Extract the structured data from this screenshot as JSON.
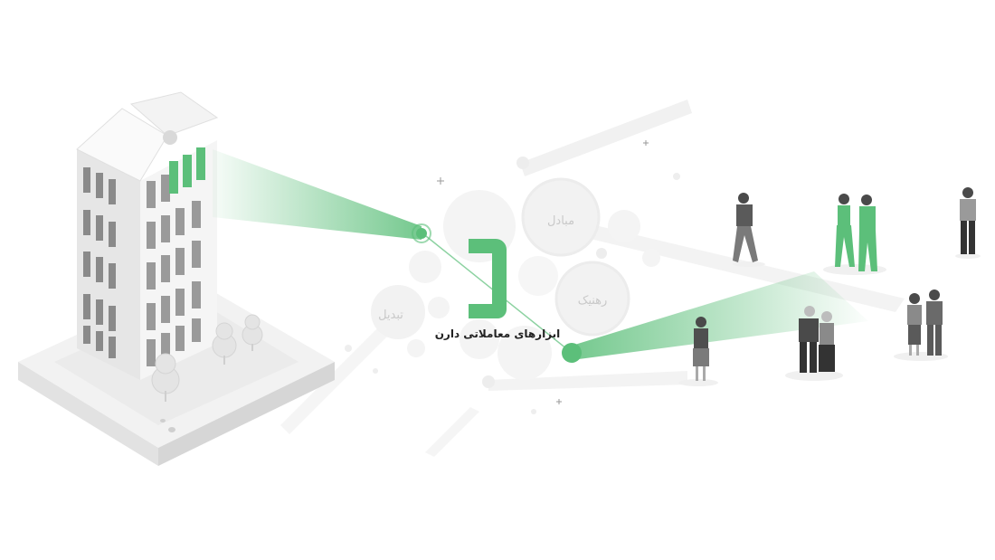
{
  "hub": {
    "caption": "ابزارهای معاملاتی دارن",
    "logo": "daran-logo",
    "accent_color": "#5cbf7a"
  },
  "bubbles": {
    "top": "مبادل",
    "middle": "رهنیک",
    "left": "تبدیل"
  },
  "colors": {
    "accent": "#5cbf7a",
    "building": "#e9e9e9",
    "people": "#6b6b6b"
  }
}
